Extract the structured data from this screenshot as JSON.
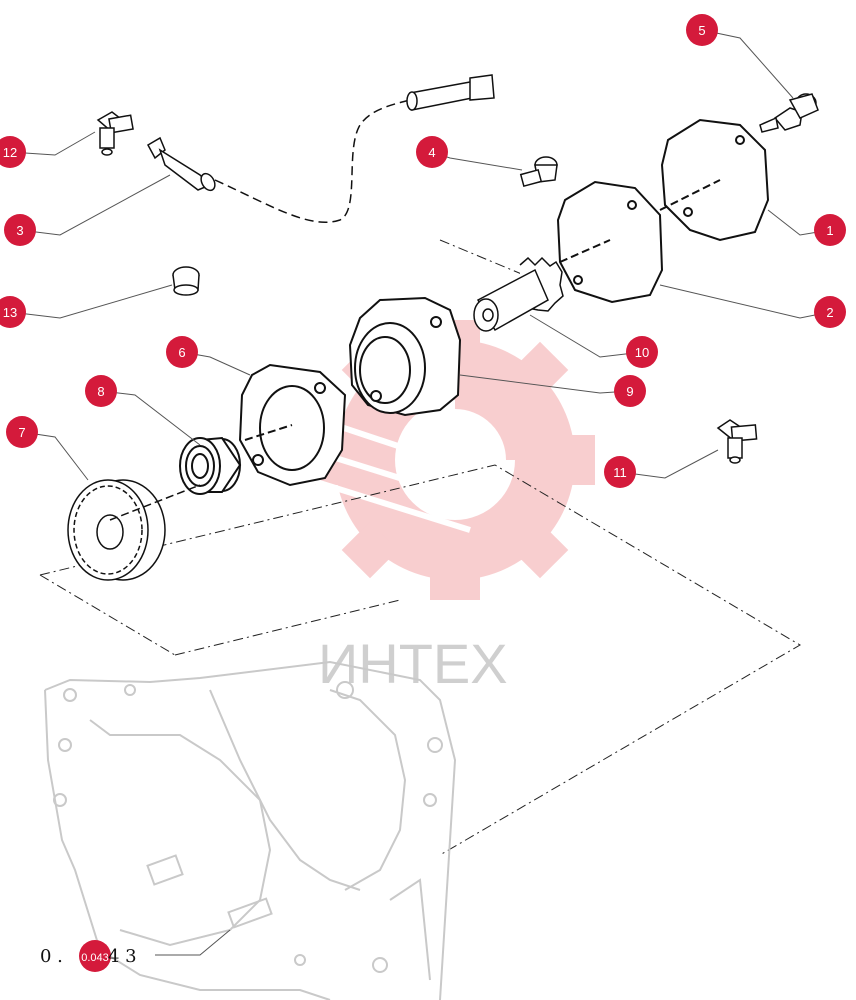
{
  "watermark": {
    "text": "ИНТЕХ",
    "color": "#f4a7a9"
  },
  "callout_color": "#d41a3b",
  "callouts": [
    "1",
    "2",
    "3",
    "4",
    "5",
    "6",
    "7",
    "8",
    "9",
    "10",
    "11",
    "12",
    "13"
  ],
  "reference": {
    "prefix": "0 .",
    "badge": "0.043",
    "suffix": "4 3"
  }
}
